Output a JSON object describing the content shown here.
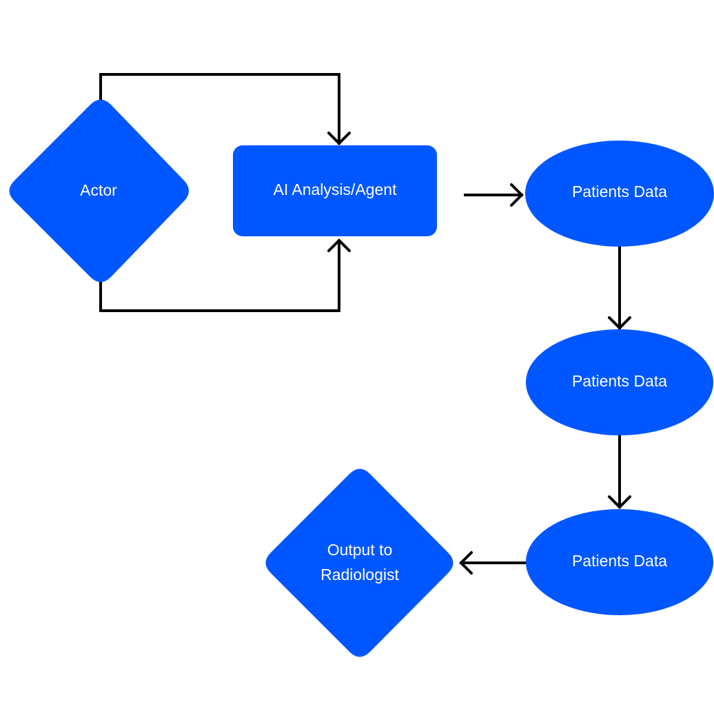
{
  "colors": {
    "node_fill": "#0057FF",
    "node_text": "#FFFFFF",
    "connector": "#000000",
    "background": "#FFFFFF"
  },
  "nodes": {
    "actor": {
      "shape": "diamond",
      "label": "Actor"
    },
    "ai_agent": {
      "shape": "rounded-rectangle",
      "label": "AI Analysis/Agent"
    },
    "patients_data_1": {
      "shape": "ellipse",
      "label": "Patients Data"
    },
    "patients_data_2": {
      "shape": "ellipse",
      "label": "Patients Data"
    },
    "patients_data_3": {
      "shape": "ellipse",
      "label": "Patients Data"
    },
    "output": {
      "shape": "diamond",
      "label_lines": [
        "Output to",
        "Radiologist"
      ]
    }
  },
  "edges": [
    {
      "from": "actor",
      "to": "ai_agent",
      "route": "top"
    },
    {
      "from": "actor",
      "to": "ai_agent",
      "route": "bottom"
    },
    {
      "from": "ai_agent",
      "to": "patients_data_1"
    },
    {
      "from": "patients_data_1",
      "to": "patients_data_2"
    },
    {
      "from": "patients_data_2",
      "to": "patients_data_3"
    },
    {
      "from": "patients_data_3",
      "to": "output"
    }
  ]
}
